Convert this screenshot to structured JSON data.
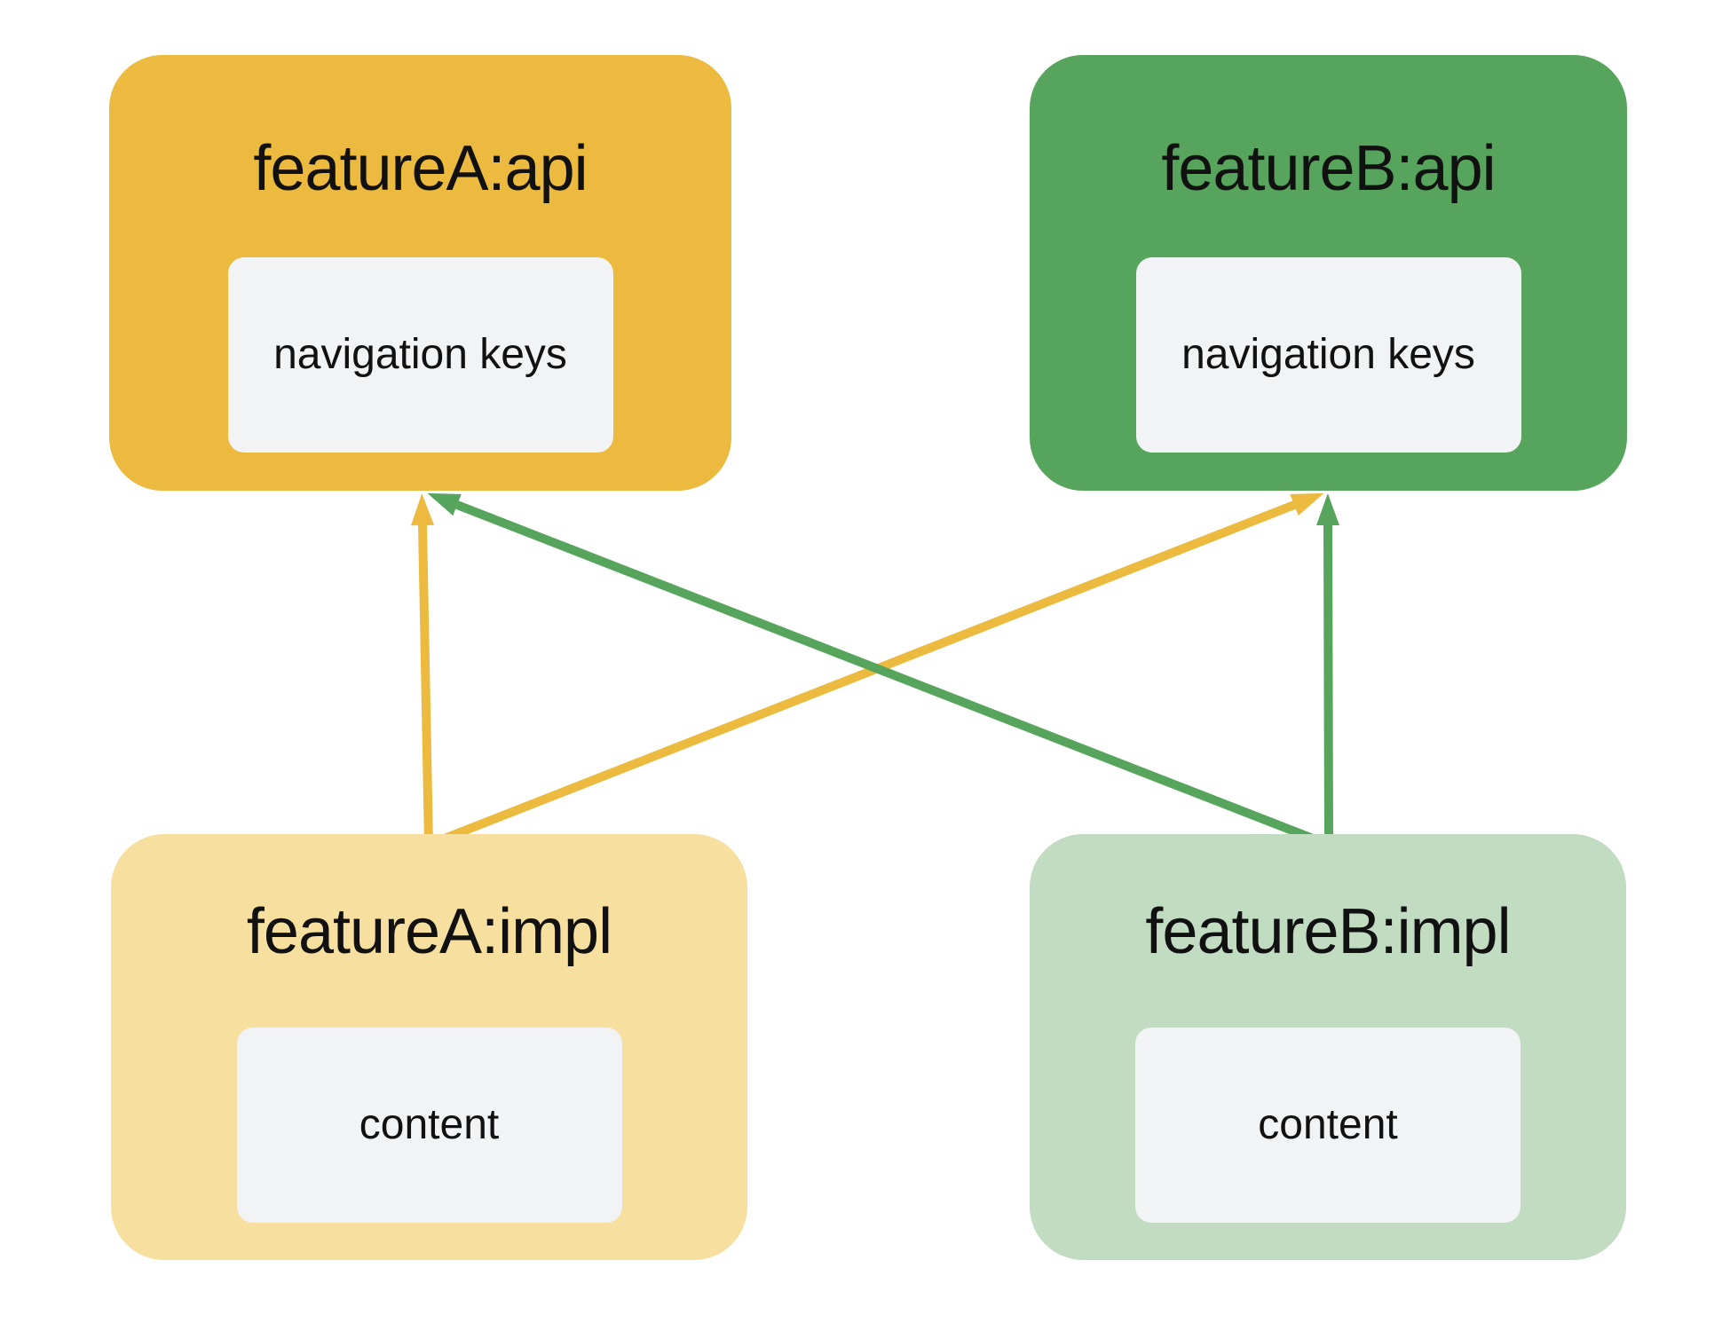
{
  "diagram": {
    "background": "#ffffff",
    "modules": [
      {
        "id": "featureA-api",
        "title": "featureA:api",
        "inner_label": "navigation keys",
        "fill": "#EBBA3E",
        "position": "top-left"
      },
      {
        "id": "featureB-api",
        "title": "featureB:api",
        "inner_label": "navigation keys",
        "fill": "#57A45D",
        "position": "top-right"
      },
      {
        "id": "featureA-impl",
        "title": "featureA:impl",
        "inner_label": "content",
        "fill": "#F7DF9F",
        "position": "bottom-left"
      },
      {
        "id": "featureB-impl",
        "title": "featureB:impl",
        "inner_label": "content",
        "fill": "#C1DCC1",
        "position": "bottom-right"
      }
    ],
    "colors": {
      "gold": "#EBBA3E",
      "green": "#57A45D",
      "light_gold": "#F7DF9F",
      "light_green": "#C1DCC1",
      "inner_box_gray": "#F1F3F4",
      "text": "#111111"
    },
    "arrows": [
      {
        "from": "featureA:impl",
        "to": "featureA:api",
        "color": "#EBBA3E"
      },
      {
        "from": "featureA:impl",
        "to": "featureB:api",
        "color": "#EBBA3E"
      },
      {
        "from": "featureB:impl",
        "to": "featureB:api",
        "color": "#57A45D"
      },
      {
        "from": "featureB:impl",
        "to": "featureA:api",
        "color": "#57A45D"
      }
    ]
  }
}
